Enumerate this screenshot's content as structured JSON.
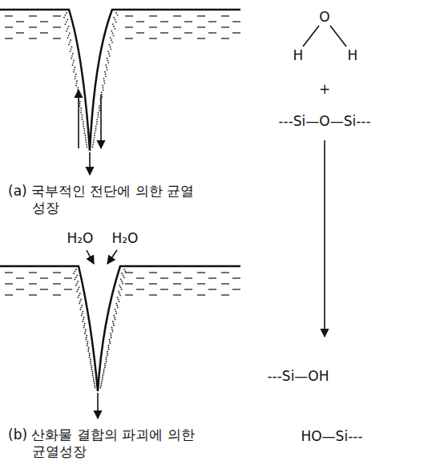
{
  "diagram": {
    "labels": [
      "O",
      "H",
      "H",
      "+",
      "---Si—O—Si---",
      "(a) 국부적인 전단에 의한 균열성장",
      "H₂O",
      "H₂O",
      "---Si—OH",
      "(b) 산화물 결합의 파괴에 의한 균열성장",
      "HO—Si---"
    ]
  }
}
